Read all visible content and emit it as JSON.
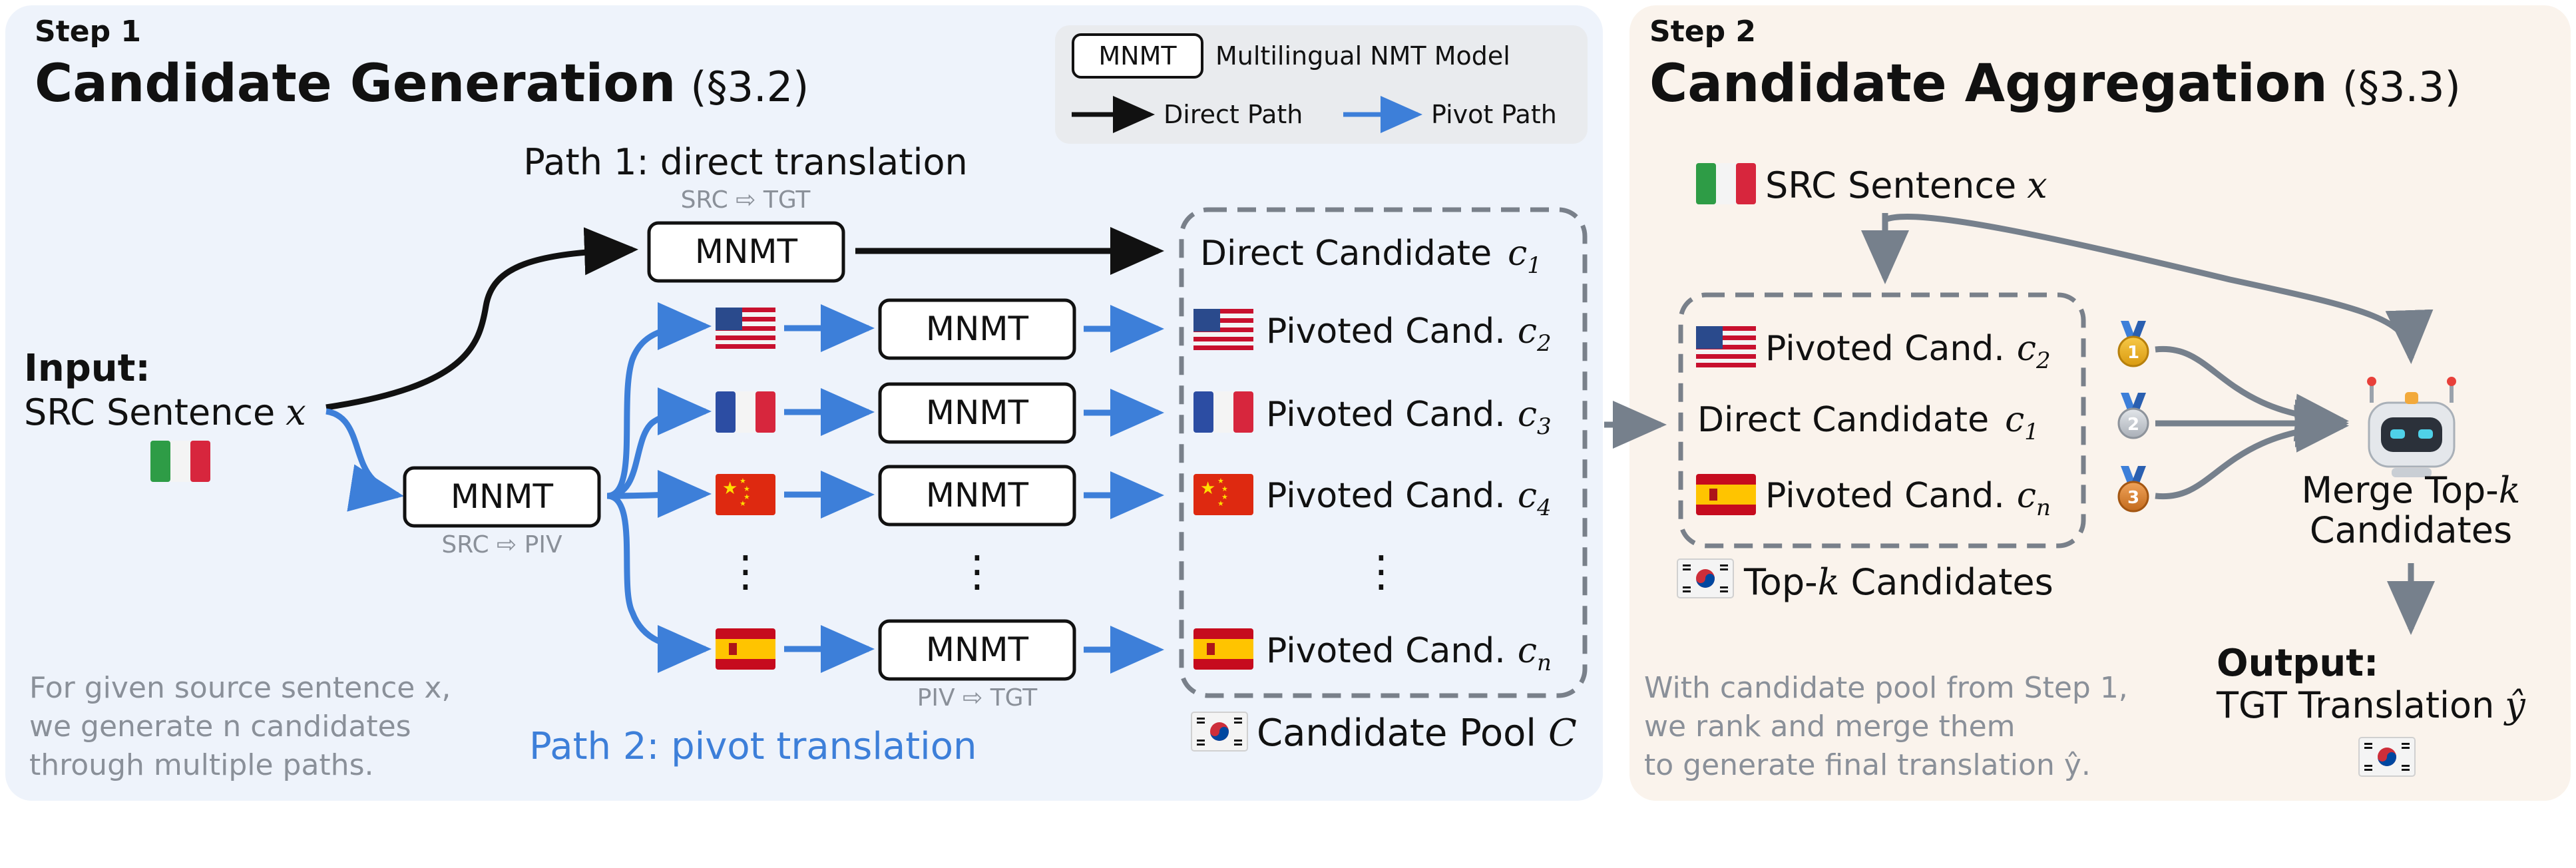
{
  "colors": {
    "panel_left": "#EEF3FB",
    "panel_right": "#FAF3EC",
    "pivot_blue": "#3D7FD9",
    "direct_black": "#111111",
    "gray_arrow": "#76808C",
    "dashed": "#79808A",
    "caption_gray": "#8A9099",
    "legend_bg": "#E9EBEE"
  },
  "step1": {
    "step_label": "Step 1",
    "title": "Candidate Generation",
    "section": "(§3.2)",
    "legend": {
      "model_box": "MNMT",
      "model_text": "Multilingual NMT Model",
      "direct": "Direct Path",
      "pivot": "Pivot Path"
    },
    "input_heading": "Input:",
    "input_text": "SRC Sentence",
    "input_var": "x",
    "path1_title": "Path 1: direct translation",
    "path1_sub": "SRC ⇨ TGT",
    "path2_title": "Path 2: pivot translation",
    "first_mnmt_sub": "SRC ⇨ PIV",
    "second_mnmt_sub": "PIV ⇨ TGT",
    "mnmt": "MNMT",
    "flags": [
      "us-flag-icon",
      "fr-flag-icon",
      "cn-flag-icon",
      "es-flag-icon"
    ],
    "vdots": "⋮",
    "pool": {
      "direct": "Direct Candidate",
      "pivoted": "Pivoted Cand.",
      "c1": "c",
      "subs": [
        "1",
        "2",
        "3",
        "4",
        "n"
      ],
      "label": "Candidate Pool",
      "label_var": "C"
    },
    "caption": [
      "For given source sentence x,",
      "we generate n candidates",
      "through multiple paths."
    ]
  },
  "step2": {
    "step_label": "Step 2",
    "title": "Candidate Aggregation",
    "section": "(§3.3)",
    "src_text": "SRC Sentence",
    "src_var": "x",
    "topk": {
      "row1": "Pivoted Cand.",
      "row2": "Direct Candidate",
      "row3": "Pivoted Cand.",
      "subs": [
        "2",
        "1",
        "n"
      ],
      "label_prefix": "Top-",
      "label_var": "k",
      "label_suffix": " Candidates"
    },
    "merge_line1_prefix": "Merge Top-",
    "merge_var": "k",
    "merge_line2": "Candidates",
    "output_heading": "Output:",
    "output_text": "TGT Translation",
    "output_var": "ŷ",
    "caption": [
      "With candidate pool from Step 1,",
      "we rank and merge them",
      "to generate final translation ŷ."
    ]
  }
}
